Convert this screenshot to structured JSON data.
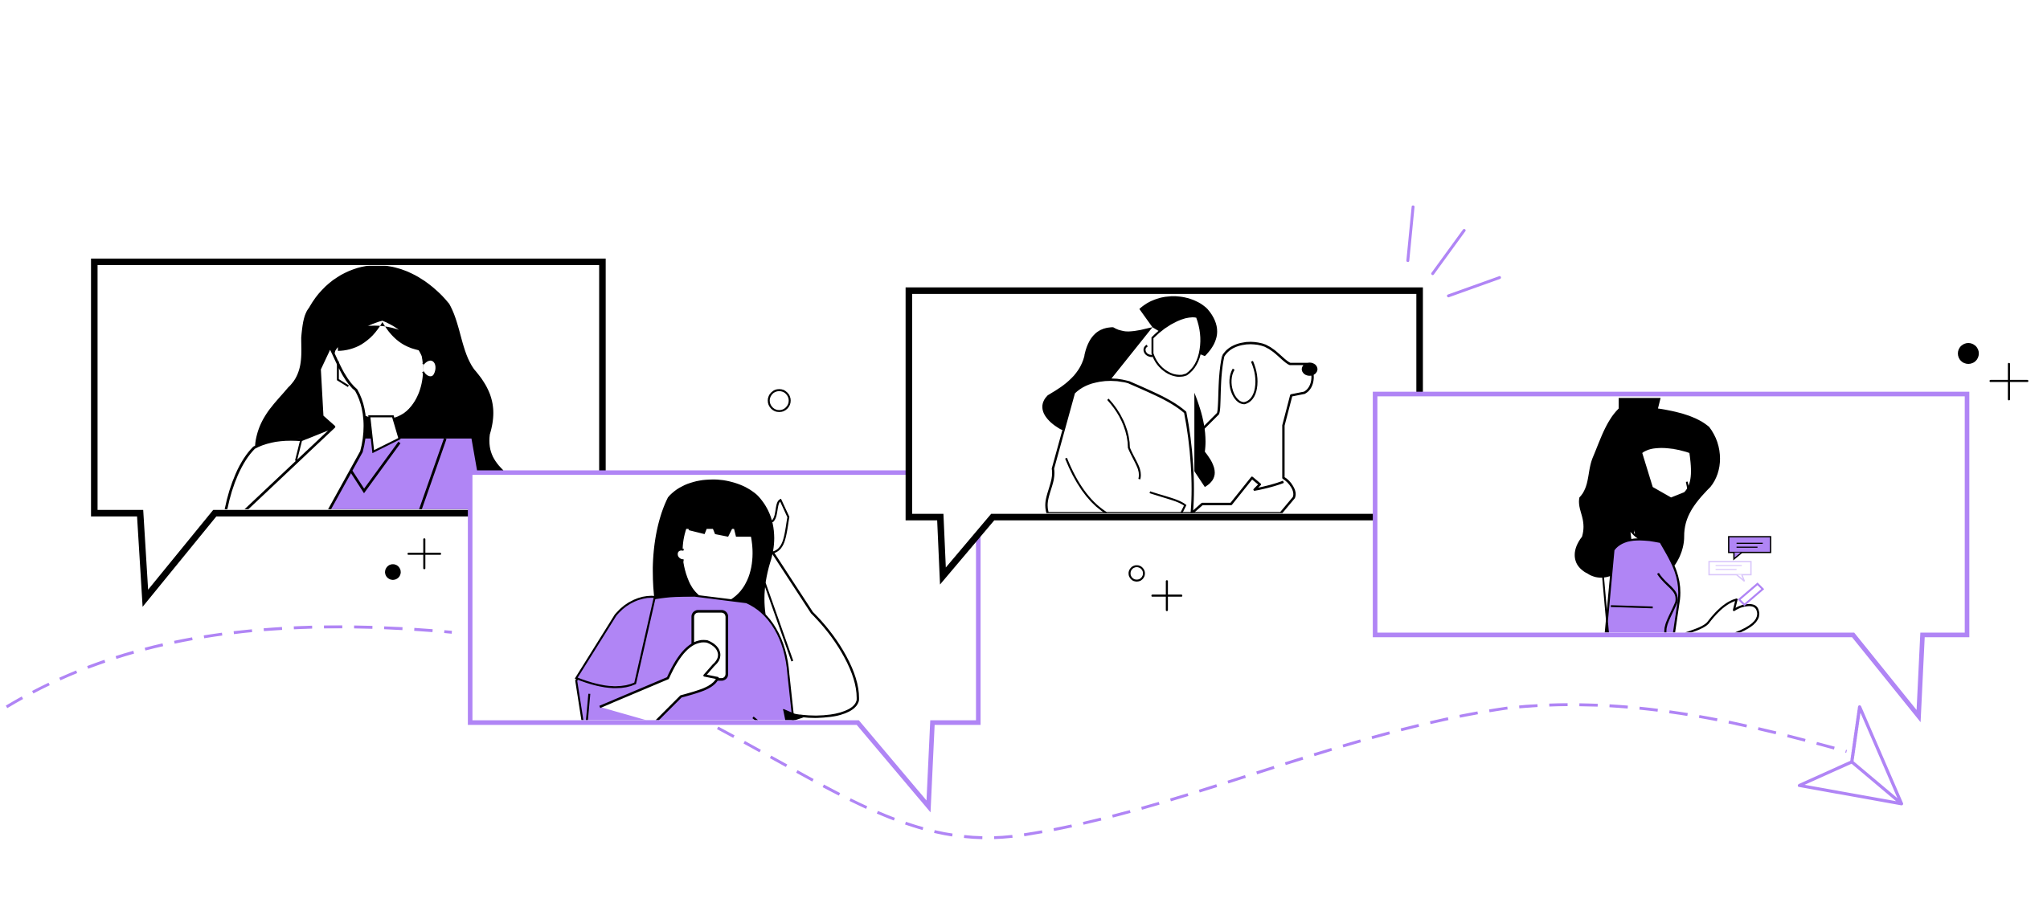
{
  "colors": {
    "ink": "#000000",
    "accent": "#b085f5",
    "accent_light": "#d9c6fb",
    "paper": "#ffffff"
  },
  "scene": {
    "decorations": [
      "paper-plane-icon",
      "sparkle-lines",
      "plus-sparkle",
      "dot",
      "ring",
      "dashed-path"
    ],
    "bubbles": [
      {
        "name": "woman-thinking-bubble",
        "outline": "#000000"
      },
      {
        "name": "woman-phone-bubble",
        "outline": "#b085f5"
      },
      {
        "name": "woman-dog-bubble",
        "outline": "#000000"
      },
      {
        "name": "woman-typing-bubble",
        "outline": "#b085f5"
      }
    ]
  }
}
